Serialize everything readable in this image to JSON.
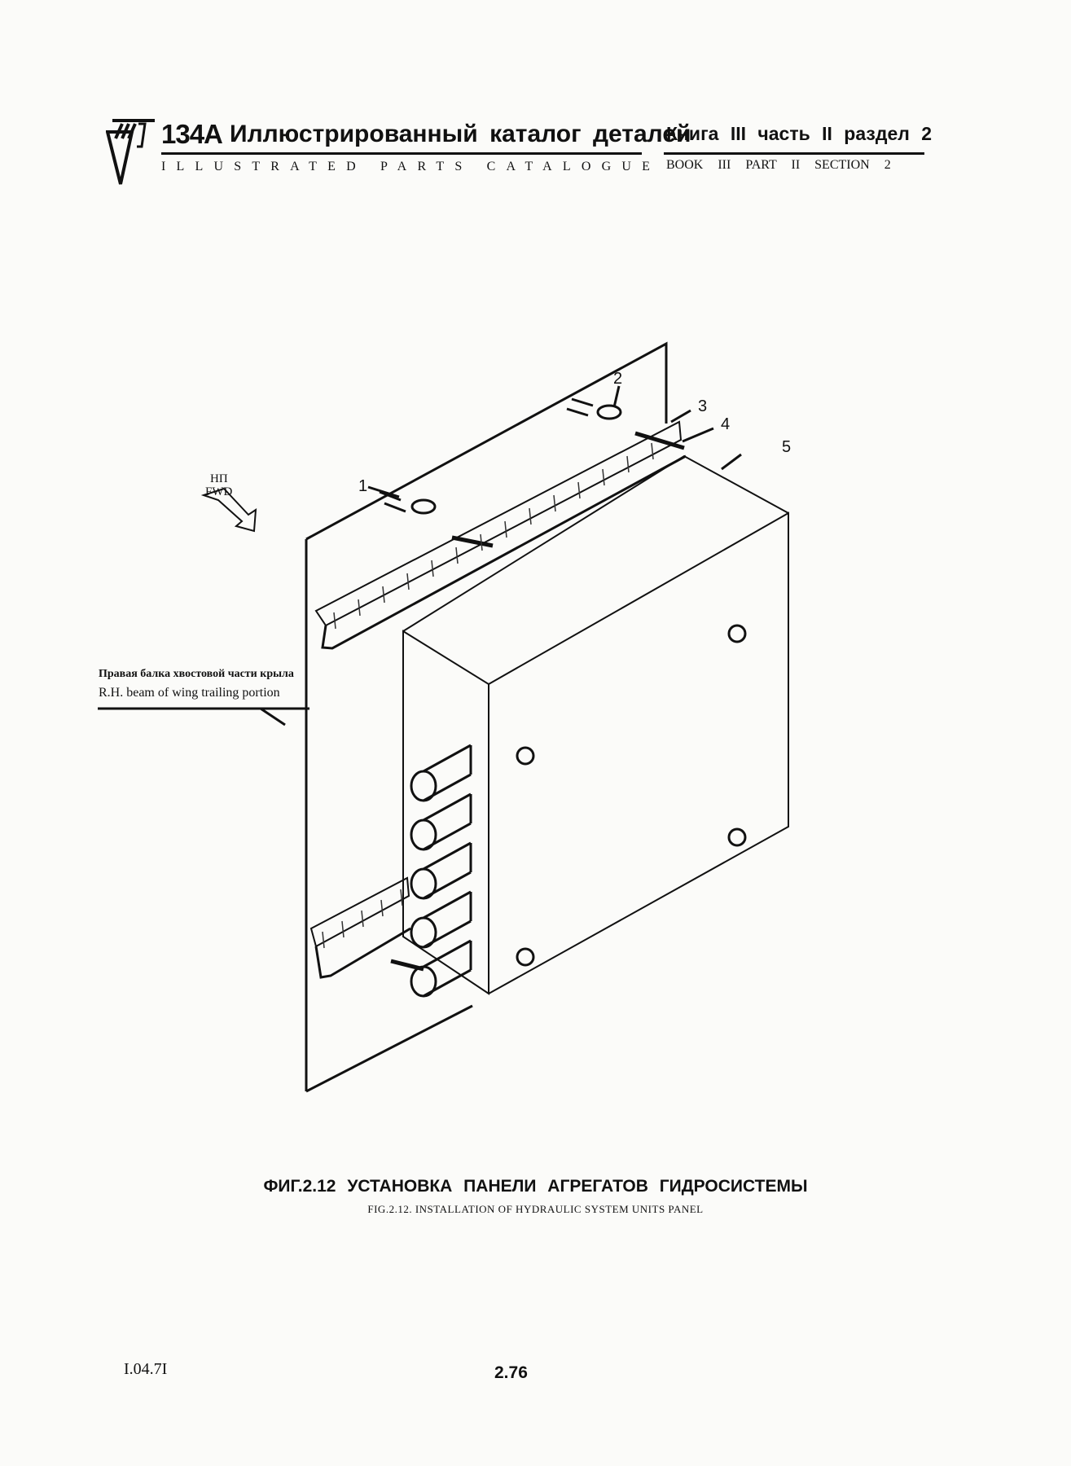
{
  "header": {
    "model": "134A",
    "title_ru": "Иллюстрированный каталог деталей",
    "book_ru": "Книга III часть II раздел 2",
    "title_en": "ILLUSTRATED PARTS CATALOGUE",
    "book_en": "BOOK III PART II SECTION 2"
  },
  "figure": {
    "callouts": [
      "1",
      "2",
      "3",
      "4",
      "5"
    ],
    "direction_ru": "НП",
    "direction_en": "FWD",
    "beam_label_ru": "Правая балка хвостовой части крыла",
    "beam_label_en": "R.H. beam of wing trailing portion"
  },
  "caption": {
    "ru": "ФИГ.2.12 УСТАНОВКА ПАНЕЛИ АГРЕГАТОВ ГИДРОСИСТЕМЫ",
    "en": "FIG.2.12. INSTALLATION OF HYDRAULIC SYSTEM UNITS PANEL"
  },
  "footer": {
    "date": "I.04.7I",
    "page": "2.76"
  }
}
